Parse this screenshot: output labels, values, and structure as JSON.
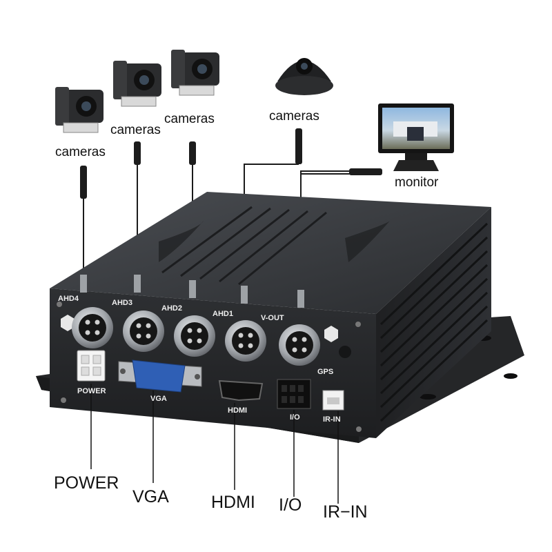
{
  "callouts": {
    "camera_1": "cameras",
    "camera_2": "cameras",
    "camera_3": "cameras",
    "camera_4": "cameras",
    "monitor": "monitor",
    "power": "POWER",
    "vga": "VGA",
    "hdmi": "HDMI",
    "io": "I/O",
    "ir_in": "IR−IN"
  },
  "panel_labels": {
    "ahd4": "AHD4",
    "ahd3": "AHD3",
    "ahd2": "AHD2",
    "ahd1": "AHD1",
    "vout": "V-OUT",
    "gps": "GPS",
    "power": "POWER",
    "vga": "VGA",
    "hdmi": "HDMI",
    "io": "I/O",
    "ir_in": "IR-IN"
  },
  "colors": {
    "device_body": "#2b2d30",
    "device_dark": "#1c1d1f",
    "connector_metal": "#9a9ea3",
    "vga_blue": "#2f5fb5",
    "cable": "#1a1a1a"
  }
}
